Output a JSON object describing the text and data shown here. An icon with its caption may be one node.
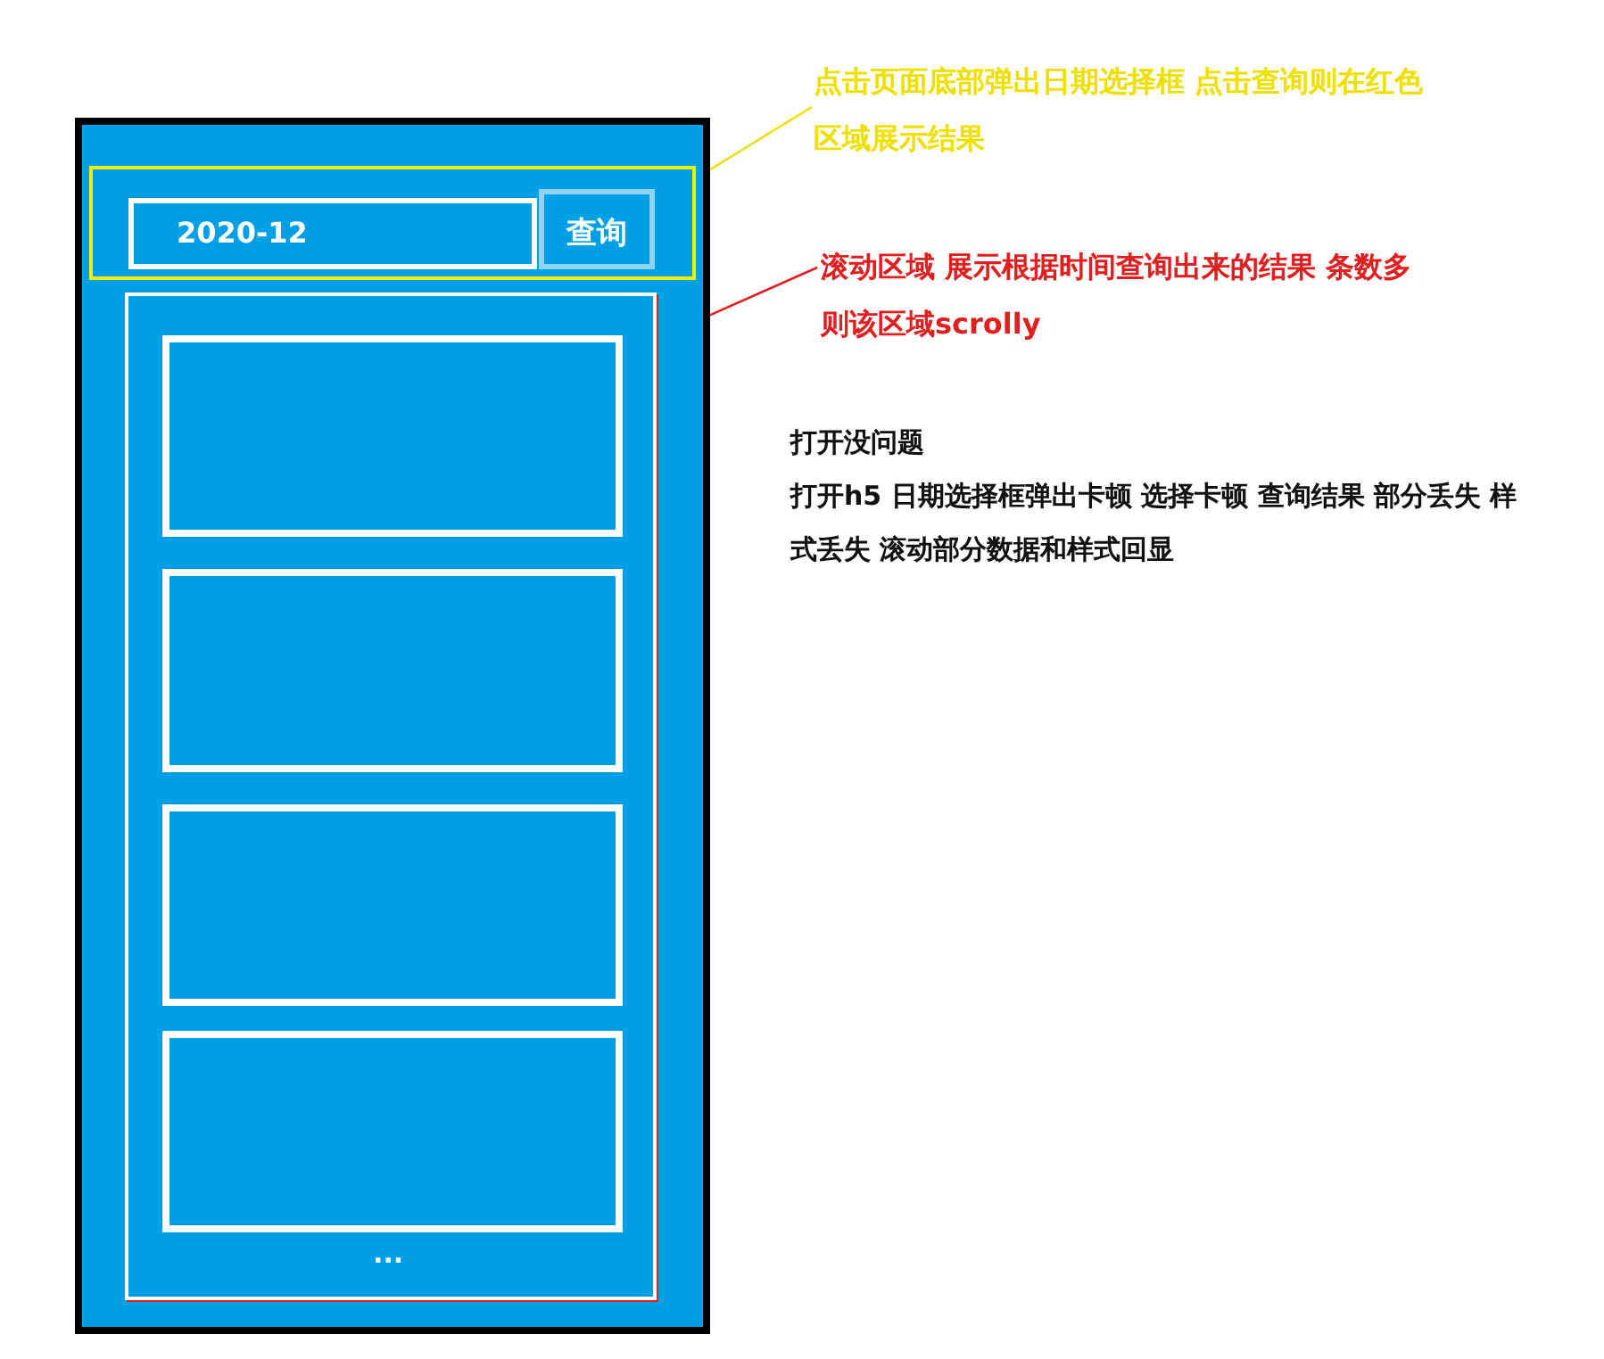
{
  "diagram": {
    "nodes": [
      {
        "text": [],
        "shape": "box"
      },
      {
        "text": [],
        "shape": "box",
        "in": 0
      },
      {
        "text": [
          "2020-12"
        ],
        "in": 1
      },
      {
        "text": [
          "查询"
        ],
        "in": 1
      },
      {
        "text": [],
        "shape": "box",
        "in": 0
      },
      {
        "text": [],
        "shape": "box",
        "in": 4
      },
      {
        "text": [],
        "shape": "box",
        "in": 4
      },
      {
        "text": [],
        "shape": "box",
        "in": 4
      },
      {
        "text": [],
        "shape": "box",
        "in": 4
      },
      {
        "text": [
          "点击页面底部弹出日期选择框 点击查询则在红色区域展示结果"
        ]
      },
      {
        "text": [
          "滚动区域 展示根据时间查询出来的结果 条数多则该区域scrolly"
        ]
      }
    ],
    "edges": [
      {
        "from": 9,
        "to": 1,
        "arrow": "none",
        "color": "#f0e000"
      },
      {
        "from": 10,
        "to": 4,
        "arrow": "none",
        "color": "#e02020"
      }
    ],
    "labels": [
      "...",
      "打开没问题",
      "打开h5 日期选择框弹出卡顿 选择卡顿 查询结果 部分丢失 样式丢失 滚动部分数据和样式回显"
    ]
  }
}
